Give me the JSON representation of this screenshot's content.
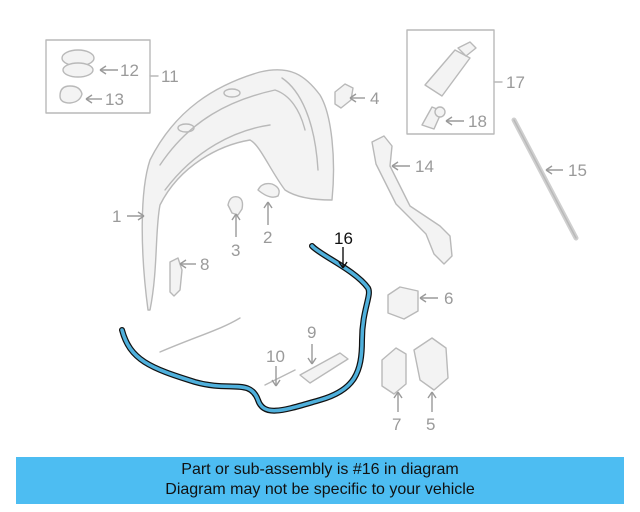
{
  "diagram": {
    "callouts": {
      "c1": "1",
      "c2": "2",
      "c3": "3",
      "c4": "4",
      "c5": "5",
      "c6": "6",
      "c7": "7",
      "c8": "8",
      "c9": "9",
      "c10": "10",
      "c11": "11",
      "c12": "12",
      "c13": "13",
      "c14": "14",
      "c15": "15",
      "c16": "16",
      "c17": "17",
      "c18": "18"
    },
    "highlight_color": "#4fb0dc",
    "highlighted_part": "16"
  },
  "banner": {
    "line1": "Part or sub-assembly is #16 in diagram",
    "line2": "Diagram may not be specific to your vehicle",
    "background": "#4dbdf2"
  }
}
